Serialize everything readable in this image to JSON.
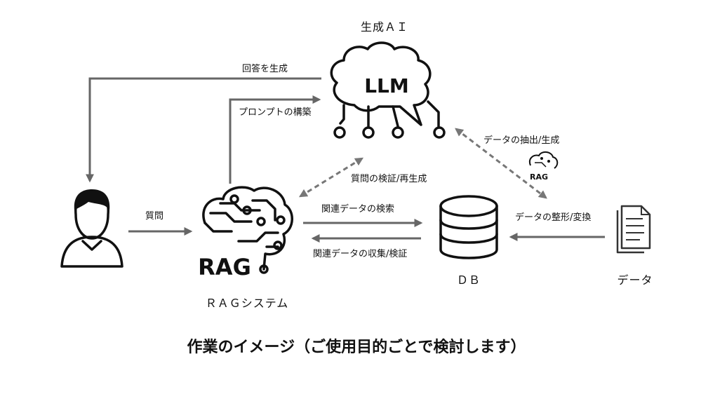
{
  "nodes": {
    "llm_title": "生成ＡＩ",
    "llm_icon_text": "LLM",
    "rag_icon_text": "RAG",
    "rag_label": "ＲＡＧシステム",
    "db_label": "ＤＢ",
    "data_label": "データ",
    "small_rag_text": "RAG"
  },
  "edges": {
    "answer": "回答を生成",
    "prompt": "プロンプトの構築",
    "question": "質問",
    "verify": "質問の検証/再生成",
    "search": "関連データの検索",
    "collect": "関連データの収集/検証",
    "extract": "データの抽出/生成",
    "format": "データの整形/変換"
  },
  "caption": "作業のイメージ（ご使用目的ごとで検討します）",
  "colors": {
    "arrow": "#666666",
    "icon": "#111111"
  }
}
